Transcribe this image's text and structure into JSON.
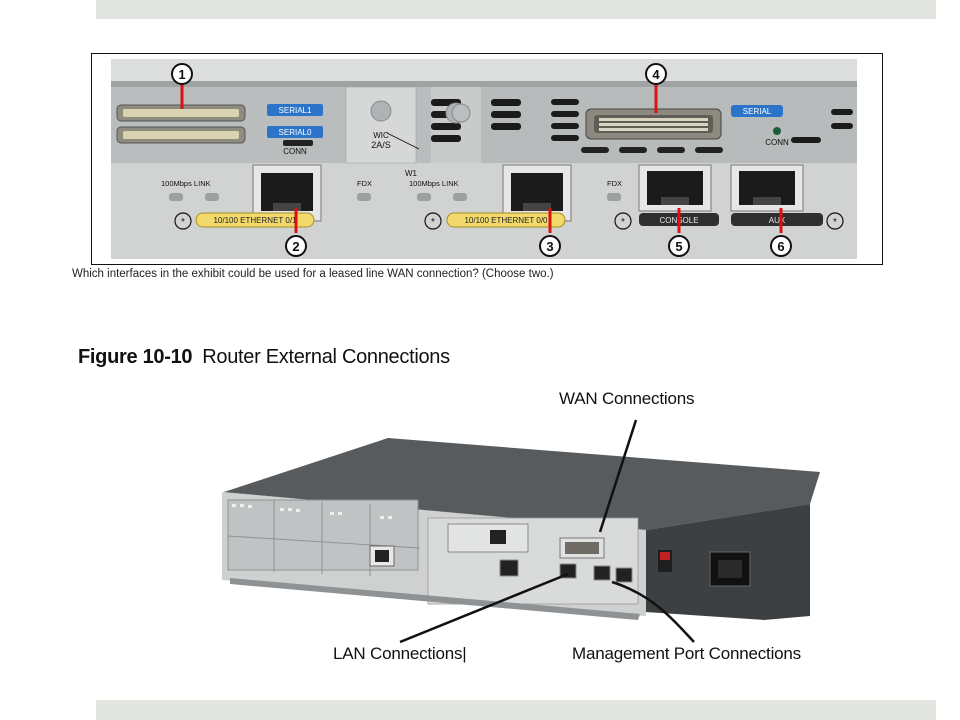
{
  "exhibit": {
    "callouts": [
      "1",
      "2",
      "3",
      "4",
      "5",
      "6"
    ],
    "labels": {
      "serial1": "SERIAL1",
      "serial0": "SERIAL0",
      "conn_left": "CONN",
      "wic": "WIC",
      "wic_type": "2A/S",
      "w1": "W1",
      "link_left": "100Mbps LINK",
      "fdx_left": "FDX",
      "link_right": "100Mbps LINK",
      "fdx_right": "FDX",
      "eth01": "10/100 ETHERNET 0/1",
      "eth00": "10/100 ETHERNET 0/0",
      "serial": "SERIAL",
      "conn_right": "CONN",
      "console": "CONSOLE",
      "aux": "AUX"
    },
    "question": "Which interfaces in the exhibit could be used for a leased line WAN connection? (Choose two.)"
  },
  "figure": {
    "number": "Figure 10-10",
    "title": "Router External Connections",
    "callouts": {
      "wan": "WAN Connections",
      "lan": "LAN Connections|",
      "mgmt": "Management Port Connections"
    }
  }
}
